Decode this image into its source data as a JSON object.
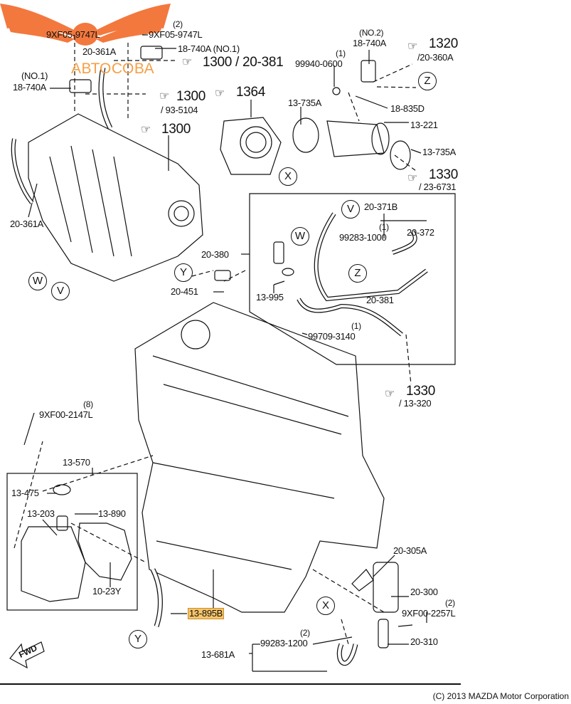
{
  "logo": {
    "text": "АВТОСОВА",
    "color": "#f26a2a"
  },
  "highlight_color": "#f7c469",
  "labels": {
    "l_9xf05_9747l_left": "9XF05-9747L",
    "l_qty2_top": "(2)",
    "l_9xf05_9747l": "9XF05-9747L",
    "l_20_361a_top": "20-361A",
    "l_18_740a_no1_right": "18-740A (NO.1)",
    "l_no1": "(NO.1)",
    "l_18_740a_left": "18-740A",
    "l_20_361a_left": "20-361A",
    "l_20_451": "20-451",
    "l_qty1_99940": "(1)",
    "l_99940_0600": "99940-0600",
    "l_no2": "(NO.2)",
    "l_18_740a_no2": "18-740A",
    "l_13_735a_a": "13-735A",
    "l_18_835d": "18-835D",
    "l_13_221": "13-221",
    "l_13_735a_b": "13-735A",
    "l_20_371b": "20-371B",
    "l_qty1_99283": "(1)",
    "l_99283_1000": "99283-1000",
    "l_20_372": "20-372",
    "l_20_380": "20-380",
    "l_13_995": "13-995",
    "l_20_381": "20-381",
    "l_qty1_99709": "(1)",
    "l_99709_3140": "99709-3140",
    "l_qty8": "(8)",
    "l_9xf00_2147l": "9XF00-2147L",
    "l_13_570": "13-570",
    "l_13_475": "13-475",
    "l_13_203": "13-203",
    "l_13_890": "13-890",
    "l_10_23y": "10-23Y",
    "l_13_895b": "13-895B",
    "l_13_681a": "13-681A",
    "l_qty2_99283": "(2)",
    "l_99283_1200": "99283-1200",
    "l_20_305a": "20-305A",
    "l_20_300": "20-300",
    "l_qty2_9xf00": "(2)",
    "l_9xf00_2257l": "9XF00-2257L",
    "l_20_310": "20-310",
    "fwd": "FWD"
  },
  "refs": {
    "r1300_20381": "1300 / 20-381",
    "r1300_a": "1300",
    "r93_5104": "/ 93-5104",
    "r1300_b": "1300",
    "r1364": "1364",
    "r1320": "1320",
    "r20_360a": "/20-360A",
    "r1330_a": "1330",
    "r23_6731": "/ 23-6731",
    "r1330_b": "1330",
    "r13_320": "/ 13-320"
  },
  "connectors": {
    "w": "W",
    "v": "V",
    "y": "Y",
    "x": "X",
    "z": "Z"
  },
  "copyright": "(C) 2013 MAZDA Motor Corporation"
}
